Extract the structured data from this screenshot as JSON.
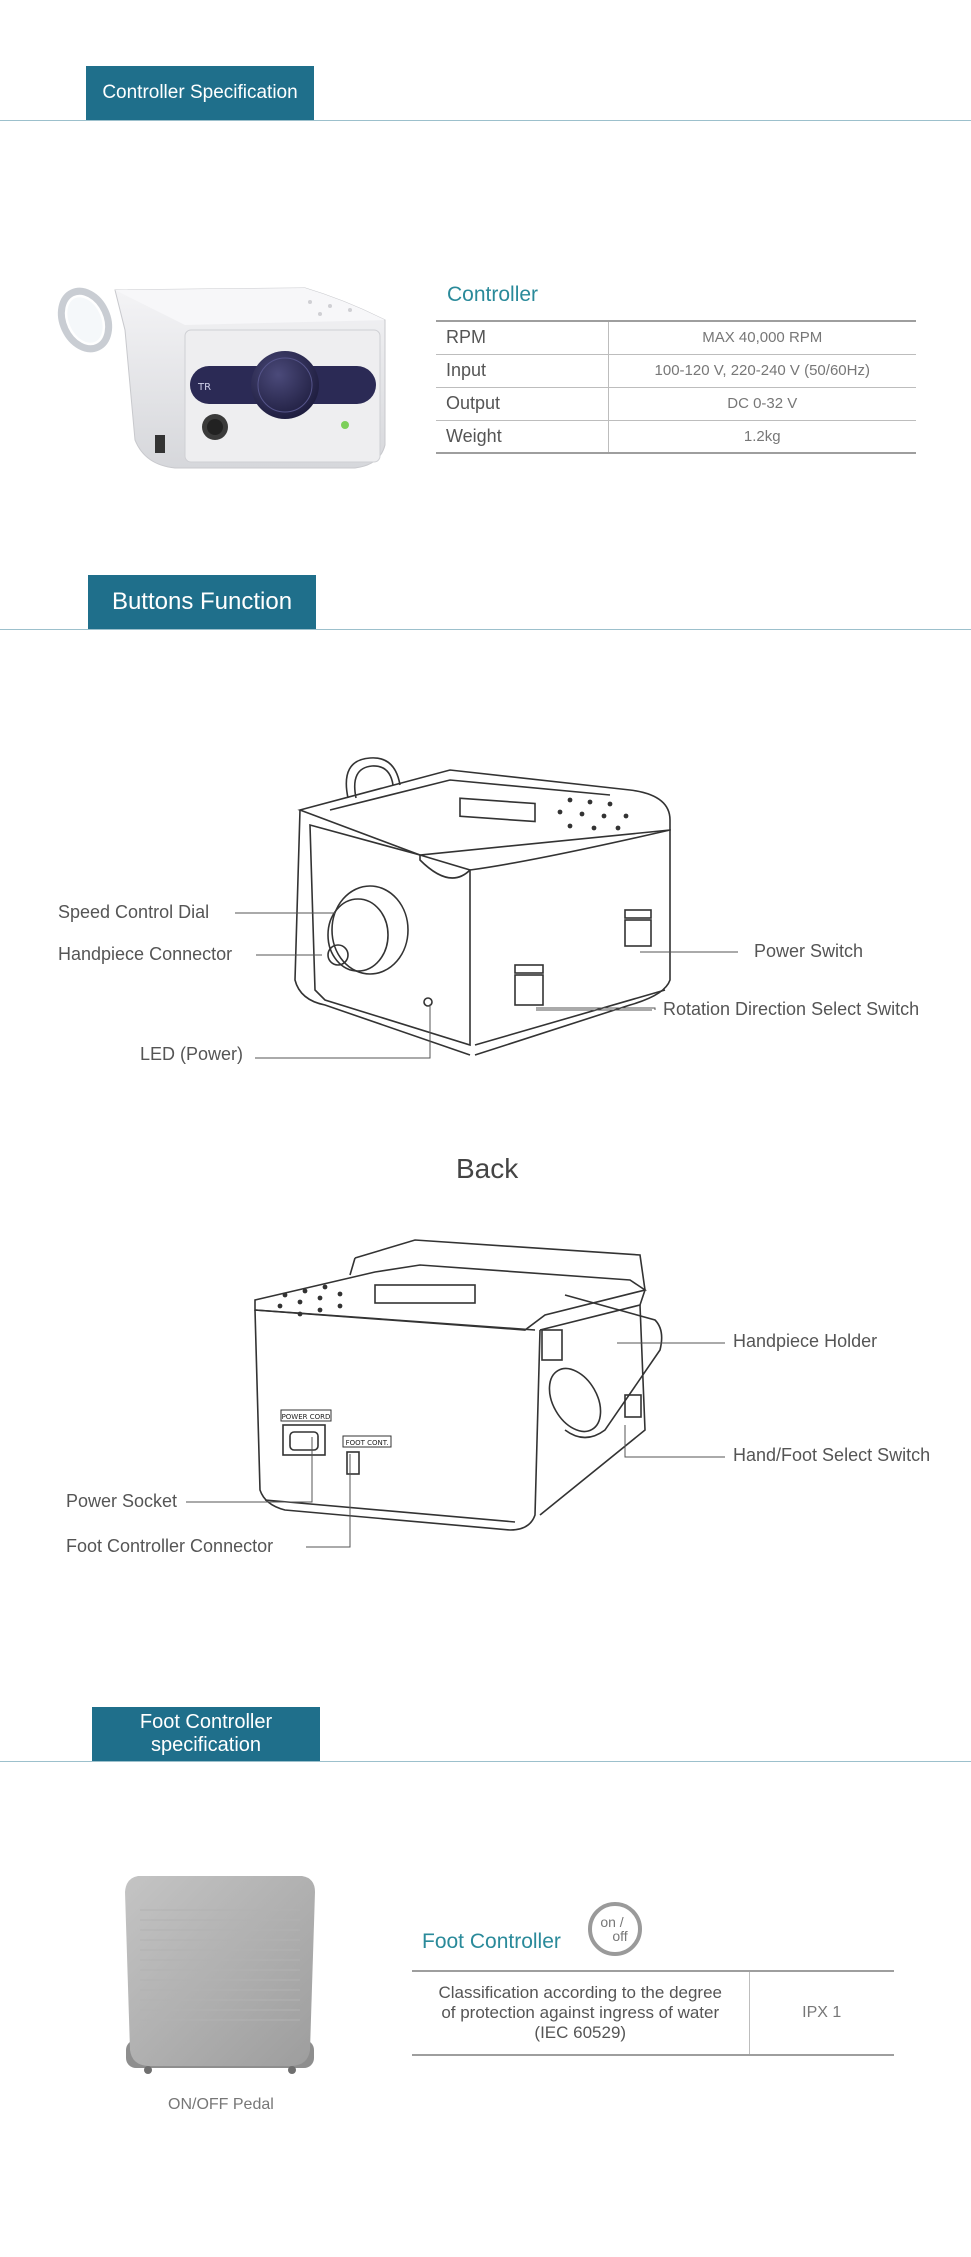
{
  "sections": {
    "controller_spec": "Controller Specification",
    "buttons_function": "Buttons Function",
    "foot_controller_spec_line1": "Foot Controller",
    "foot_controller_spec_line2": "specification"
  },
  "controller": {
    "title": "Controller",
    "rows": [
      {
        "key": "RPM",
        "value": "MAX 40,000 RPM"
      },
      {
        "key": "Input",
        "value": "100-120 V, 220-240 V (50/60Hz)"
      },
      {
        "key": "Output",
        "value": "DC 0-32 V"
      },
      {
        "key": "Weight",
        "value": "1.2kg"
      }
    ]
  },
  "front_labels": {
    "speed_control_dial": "Speed Control Dial",
    "handpiece_connector": "Handpiece Connector",
    "led_power": "LED (Power)",
    "power_switch": "Power Switch",
    "rotation_direction": "Rotation Direction Select Switch"
  },
  "back": {
    "title": "Back",
    "handpiece_holder": "Handpiece Holder",
    "hand_foot_switch": "Hand/Foot Select Switch",
    "power_socket": "Power Socket",
    "foot_controller_connector": "Foot Controller Connector",
    "power_cord_tag": "POWER CORD",
    "foot_cont_tag": "FOOT CONT."
  },
  "foot_controller": {
    "title": "Foot Controller",
    "badge_top": "on /",
    "badge_bottom": "off",
    "classification_line1": "Classification according to the degree",
    "classification_line2": "of protection against ingress of water",
    "classification_line3": "(IEC 60529)",
    "value": "IPX 1",
    "pedal_caption": "ON/OFF Pedal"
  },
  "colors": {
    "accent": "#1f6f8b",
    "title": "#2a8a9a",
    "rule": "#9cc0cc"
  }
}
